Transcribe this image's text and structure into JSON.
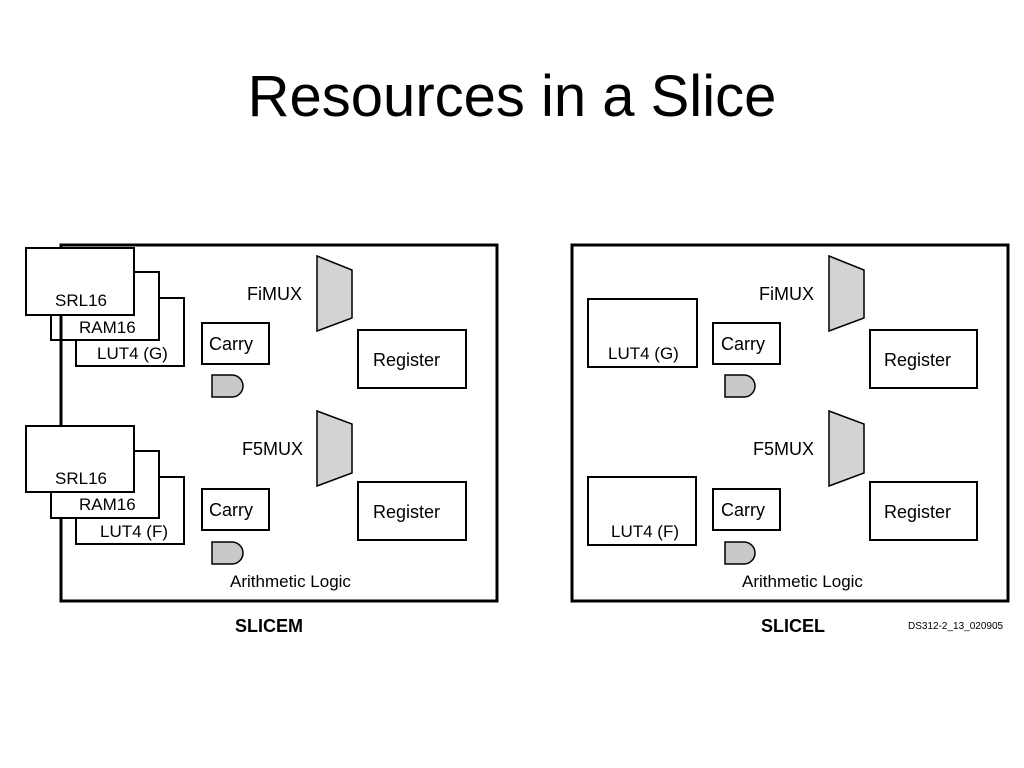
{
  "title": "Resources in a Slice",
  "slicem": {
    "caption": "SLICEM",
    "top": {
      "srl": "SRL16",
      "ram": "RAM16",
      "lut": "LUT4 (G)",
      "mux": "FiMUX",
      "carry": "Carry",
      "register": "Register"
    },
    "bottom": {
      "srl": "SRL16",
      "ram": "RAM16",
      "lut": "LUT4 (F)",
      "mux": "F5MUX",
      "carry": "Carry",
      "register": "Register"
    },
    "arith": "Arithmetic Logic"
  },
  "slicel": {
    "caption": "SLICEL",
    "top": {
      "lut": "LUT4 (G)",
      "mux": "FiMUX",
      "carry": "Carry",
      "register": "Register"
    },
    "bottom": {
      "lut": "LUT4 (F)",
      "mux": "F5MUX",
      "carry": "Carry",
      "register": "Register"
    },
    "arith": "Arithmetic Logic"
  },
  "figure_ref": "DS312-2_13_020905"
}
